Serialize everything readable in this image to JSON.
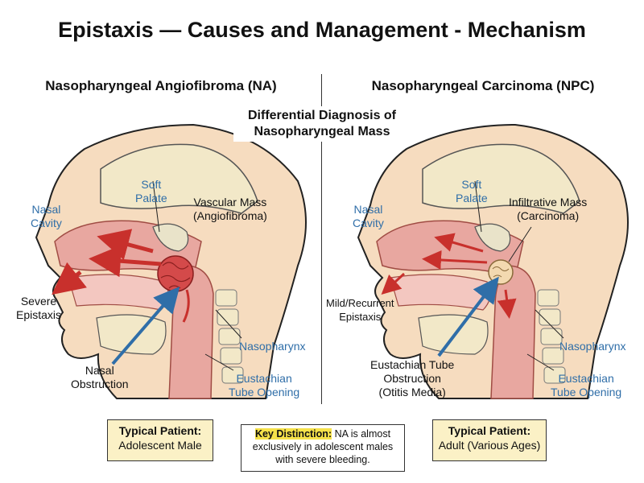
{
  "title": "Epistaxis — Causes and Management - Mechanism",
  "left_panel": {
    "title": "Nasopharyngeal Angiofibroma (NA)",
    "soft_palate": [
      "Soft",
      "Palate"
    ],
    "nasal_cavity": [
      "Nasal",
      "Cavity"
    ],
    "mass": [
      "Vascular Mass",
      "(Angiofibroma)"
    ],
    "bleeding": [
      "Severe",
      "Epistaxis"
    ],
    "obstruction": [
      "Nasal",
      "Obstruction"
    ],
    "nasopharynx": "Nasopharynx",
    "eustachian": [
      "Eustachian",
      "Tube Opening"
    ],
    "patient_label": "Typical Patient:",
    "patient_value": "Adolescent Male"
  },
  "right_panel": {
    "title": "Nasopharyngeal Carcinoma (NPC)",
    "soft_palate": [
      "Soft",
      "Palate"
    ],
    "nasal_cavity": [
      "Nasal",
      "Cavity"
    ],
    "mass": [
      "Infiltrative Mass",
      "(Carcinoma)"
    ],
    "bleeding": [
      "Mild/Recurrent",
      "Epistaxis"
    ],
    "obstruction": [
      "Eustachian Tube",
      "Obstruction",
      "(Otitis Media)"
    ],
    "nasopharynx": "Nasopharynx",
    "eustachian": [
      "Eustachian",
      "Tube Opening"
    ],
    "patient_label": "Typical Patient:",
    "patient_value": "Adult (Various Ages)"
  },
  "center": {
    "title": [
      "Differential Diagnosis of",
      "Nasopharyngeal Mass"
    ],
    "key_label": "Key Distinction:",
    "key_text": [
      "NA is almost",
      "exclusively in adolescent males",
      "with severe bleeding."
    ]
  },
  "colors": {
    "skin": "#f6dcbf",
    "mucosa": "#e8a7a0",
    "arrow_red": "#c8302c",
    "arrow_blue": "#2f6ea8",
    "label_blue": "#2f6ea8",
    "box_yellow": "#fbf1c6",
    "highlight": "#f6e24a"
  }
}
